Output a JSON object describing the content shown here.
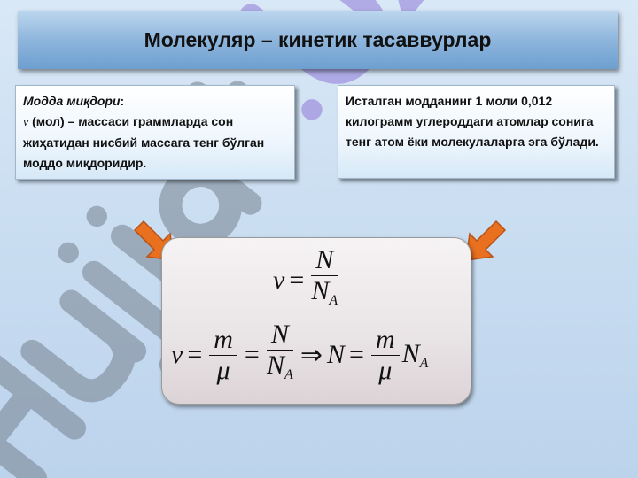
{
  "slide": {
    "title": "Молекуляр – кинетик тасаввурлар",
    "left_box": {
      "heading": "Модда миқдори",
      "colon": ":",
      "symbol": "ν",
      "text": "(мол) – массаси граммларда сон жиҳатидан нисбий массага тенг бўлган моддо миқдоридир."
    },
    "right_box": {
      "text": "Исталган модданинг 1 моли 0,012 килограмм углероддаги атомлар сонига тенг атом ёки молекулаларга эга бўлади."
    },
    "formulas": {
      "nu": "ν",
      "eq": "=",
      "N": "N",
      "NA_base": "N",
      "A": "A",
      "m": "m",
      "mu": "μ",
      "implies": "⇒"
    }
  },
  "watermark": {
    "text1": "Hujjat",
    "text2": ".Uz"
  },
  "colors": {
    "arrow": "#e8701f",
    "title_bar": "#8fb6dd"
  }
}
